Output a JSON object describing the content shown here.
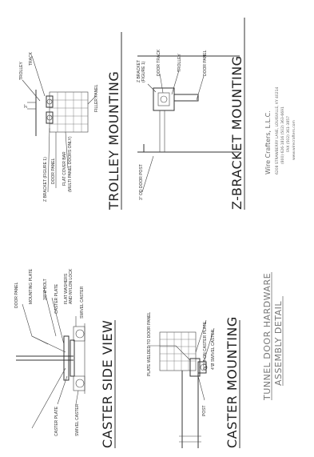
{
  "titles": {
    "caster_side_view": "CASTER SIDE VIEW",
    "caster_mounting": "CASTER MOUNTING",
    "trolley_mounting": "TROLLEY MOUNTING",
    "z_bracket_mounting": "Z-BRACKET MOUNTING",
    "assembly_line1": "TUNNEL DOOR HARDWARE",
    "assembly_line2": "ASSEMBLY DETAIL"
  },
  "caster_side_labels": {
    "door_panel": "DOOR PANEL",
    "mounting_plate": "MOUNTING PLATE",
    "bolt": "3/8\"Ø BOLT",
    "caster_plate_top": "CASTER PLATE",
    "caster_plate_left": "CASTER PLATE",
    "flat_washers": "FLAT WASHERS",
    "and_nylon_lock": "AND NYLON LOCK",
    "swivel_caster_left": "SWIVEL CASTER",
    "swivel_caster_right": "SWIVEL CASTER"
  },
  "caster_mounting_labels": {
    "plate_welded": "PLATE WELDED TO DOOR PANEL",
    "bolt_on_caster": "BOLT-ON CASTER PLATE",
    "swivel_caster": "4\"Ø SWIVEL CASTER",
    "post": "POST"
  },
  "trolley_labels": {
    "trolley": "TROLLEY",
    "track": "TRACK",
    "dim": "3\"",
    "z_bracket": "Z BRACKET (FIGURE 1)",
    "door_panel": "DOOR PANEL",
    "flat_cover_bar": "FLAT COVER BAR",
    "multi_panel": "(MULTI PANEL DOORS ONLY)",
    "filler_panel": "FILLER PANEL"
  },
  "z_bracket_labels": {
    "z_bracket": "Z BRACKET",
    "figure": "(FIGURE 1)",
    "door_track": "DOOR TRACK",
    "trolley": "TROLLEY",
    "door_panel": "DOOR PANEL",
    "door_post": "3\" OD DOOR POST"
  },
  "company": {
    "name": "Wire Crafters, L.L.C.",
    "address": "6208 STRAWBERRY LANE, LOUISVILLE, KY 40214",
    "phone": "(800) 626-1816  (502) 363-6691",
    "fax": "FAX  (502) 361-3857",
    "web": "www.wirecrafters.com"
  }
}
